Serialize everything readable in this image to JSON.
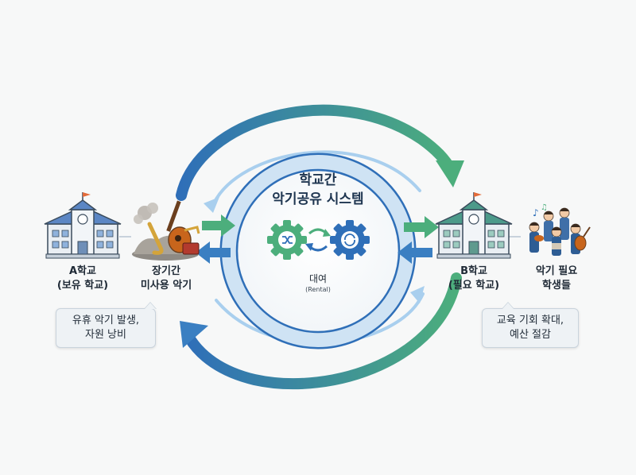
{
  "center": {
    "title_line1": "학교간",
    "title_line2": "악기공유 시스템",
    "label": "대여",
    "sublabel": "(Rental)"
  },
  "school_a": {
    "line1": "A학교",
    "line2": "(보유 학교)"
  },
  "idle_instruments": {
    "line1": "장기간",
    "line2": "미사용 악기"
  },
  "school_b": {
    "line1": "B학교",
    "line2": "(필요 학교)"
  },
  "students": {
    "line1": "악기 필요",
    "line2": "학생들"
  },
  "callout_left": {
    "line1": "유휴 악기 발생,",
    "line2": "자원 낭비"
  },
  "callout_right": {
    "line1": "교육 기회 확대,",
    "line2": "예산 절감"
  },
  "colors": {
    "blue_dark": "#2f6fb8",
    "blue_mid": "#7fb3e0",
    "blue_light": "#cfe3f4",
    "green": "#4cae7c",
    "teal": "#3f8f9a"
  },
  "icons": [
    "school-building-icon",
    "instruments-icon",
    "gear-shuffle-icon",
    "gear-refresh-icon",
    "students-icon"
  ]
}
